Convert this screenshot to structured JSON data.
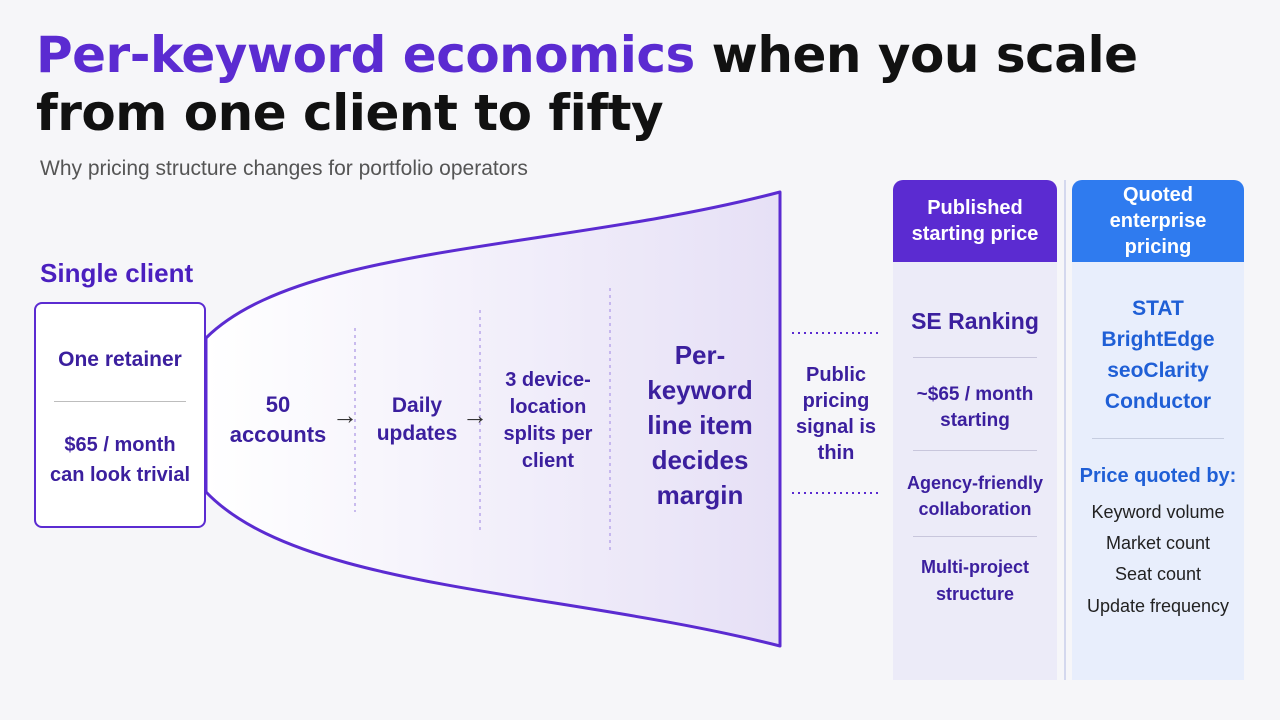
{
  "title": {
    "accent": "Per-keyword economics",
    "rest_line1": " when you scale",
    "line2": "from one client to fifty"
  },
  "subtitle": "Why pricing structure changes for portfolio operators",
  "single_client": {
    "title": "Single client",
    "retainer": "One retainer",
    "price_line1": "$65 / month",
    "price_line2": "can look trivial"
  },
  "funnel": {
    "stages": [
      {
        "line1": "50",
        "line2": "accounts"
      },
      {
        "line1": "Daily",
        "line2": "updates"
      },
      {
        "line1": "3 device-",
        "line2": "location",
        "line3": "splits per",
        "line4": "client"
      }
    ],
    "arrow_glyph": "→",
    "outcome": {
      "line1": "Per-keyword",
      "line2": "line item",
      "line3": "decides",
      "line4": "margin"
    }
  },
  "public_signal": {
    "line1": "Public",
    "line2": "pricing",
    "line3": "signal is",
    "line4": "thin"
  },
  "published": {
    "header_line1": "Published",
    "header_line2": "starting price",
    "vendor": "SE Ranking",
    "price_line1": "~$65 / month",
    "price_line2": "starting",
    "feature1_line1": "Agency-friendly",
    "feature1_line2": "collaboration",
    "feature2_line1": "Multi-project",
    "feature2_line2": "structure"
  },
  "quoted": {
    "header_line1": "Quoted",
    "header_line2": "enterprise pricing",
    "vendors": [
      "STAT",
      "BrightEdge",
      "seoClarity",
      "Conductor"
    ],
    "factors_label": "Price quoted by:",
    "factors": [
      "Keyword volume",
      "Market count",
      "Seat count",
      "Update frequency"
    ]
  },
  "colors": {
    "accent_purple": "#5b2bd1",
    "accent_blue": "#2f7bef",
    "text_purple": "#3b1f9e",
    "text_blue": "#1f5fd6"
  }
}
